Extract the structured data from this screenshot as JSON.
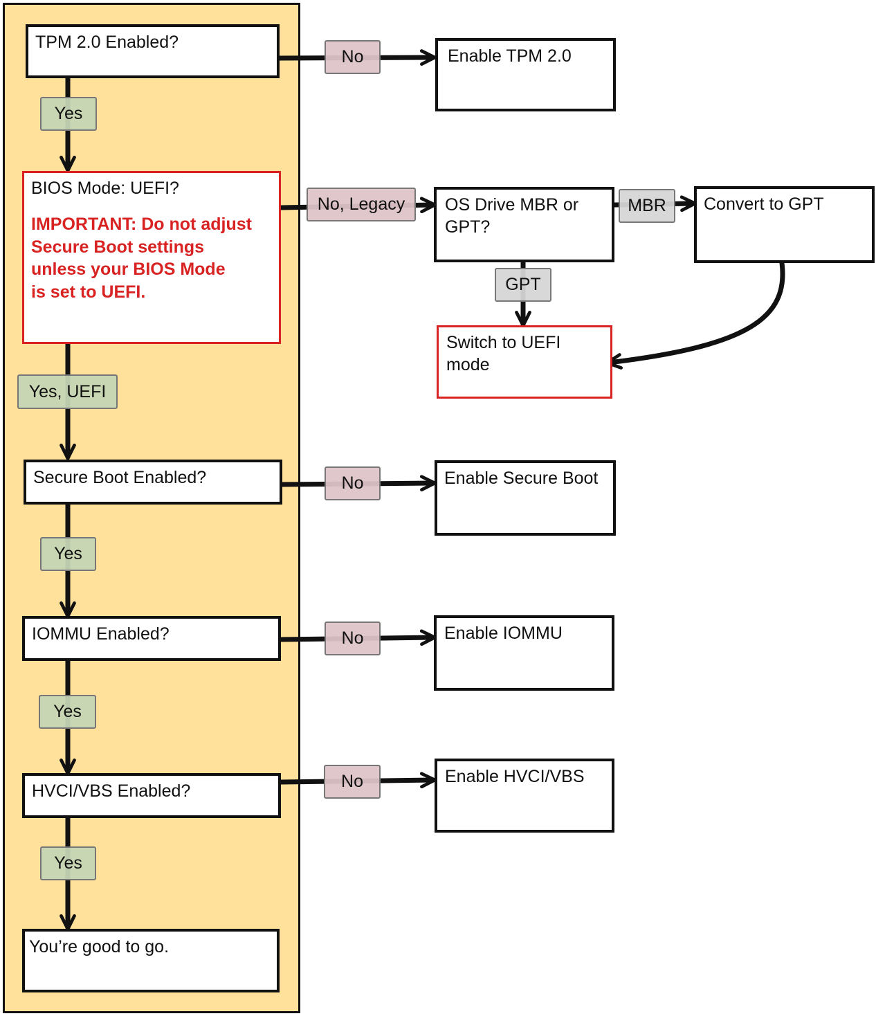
{
  "colors": {
    "lane_fill": "#ffe19b",
    "warning_red": "#d92323",
    "yes_tag": "#c6d4b6",
    "no_tag": "#dec4c8",
    "neutral_tag": "#d6d6d6"
  },
  "nodes": {
    "tpm_question": "TPM 2.0 Enabled?",
    "enable_tpm": "Enable TPM 2.0",
    "bios_question": "BIOS Mode: UEFI?",
    "bios_warning": "IMPORTANT: Do not adjust\nSecure Boot settings\nunless your BIOS Mode\nis set to UEFI.",
    "os_drive_question": "OS Drive MBR or GPT?",
    "convert_gpt": "Convert to GPT",
    "switch_uefi": "Switch to UEFI mode",
    "secure_boot_question": "Secure Boot Enabled?",
    "enable_secure_boot": "Enable Secure Boot",
    "iommu_question": "IOMMU Enabled?",
    "enable_iommu": "Enable IOMMU",
    "hvci_question": "HVCI/VBS Enabled?",
    "enable_hvci": "Enable HVCI/VBS",
    "good_to_go": "You’re good to go."
  },
  "edge_labels": {
    "tpm_yes": "Yes",
    "tpm_no": "No",
    "bios_yes": "Yes, UEFI",
    "bios_no": "No, Legacy",
    "drive_mbr": "MBR",
    "drive_gpt": "GPT",
    "secure_yes": "Yes",
    "secure_no": "No",
    "iommu_yes": "Yes",
    "iommu_no": "No",
    "hvci_yes": "Yes",
    "hvci_no": "No"
  }
}
